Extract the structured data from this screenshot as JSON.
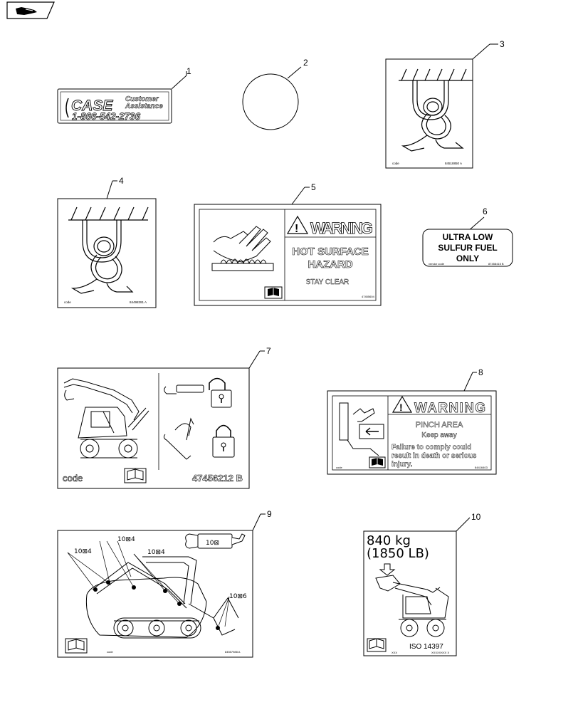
{
  "nav": {
    "icon": "hand-pointing-icon"
  },
  "callouts": [
    "1",
    "2",
    "3",
    "4",
    "5",
    "6",
    "7",
    "8",
    "9",
    "10"
  ],
  "decal1": {
    "brand": "CASE",
    "line1": "Customer",
    "line2": "Assistance",
    "phone": "1-866-542-2736"
  },
  "decal3": {
    "code": "code",
    "part": "84518850 A"
  },
  "decal4": {
    "code": "code",
    "part": "84498391 A"
  },
  "decal5": {
    "title": "WARNING",
    "line1": "HOT SURFACE",
    "line2": "HAZARD",
    "line3": "STAY CLEAR",
    "part": "47455604"
  },
  "decal6": {
    "line1": "ULTRA LOW",
    "line2": "SULFUR FUEL",
    "line3": "ONLY",
    "vendor": "vendor code",
    "part": "87458415 B"
  },
  "decal7": {
    "code": "code",
    "part": "47456212 B"
  },
  "decal8": {
    "title": "WARNING",
    "line1": "PINCH AREA",
    "line2": "Keep away",
    "line3": "Failure to comply could",
    "line4": "result in death or serious",
    "line5": "injury.",
    "code": "code",
    "part": "84416403"
  },
  "decal9": {
    "lube_a": "10⊠4",
    "lube_b": "10⊠4",
    "lube_c": "10⊠4",
    "lube_d": "10⊠6",
    "lube_e": "10⊠",
    "code": "code",
    "part": "84557988 A"
  },
  "decal10": {
    "weight_kg": "840 kg",
    "weight_lb": "(1850 LB)",
    "iso": "ISO 14397",
    "code": "XXX",
    "part": "XXXXXXXX X"
  }
}
